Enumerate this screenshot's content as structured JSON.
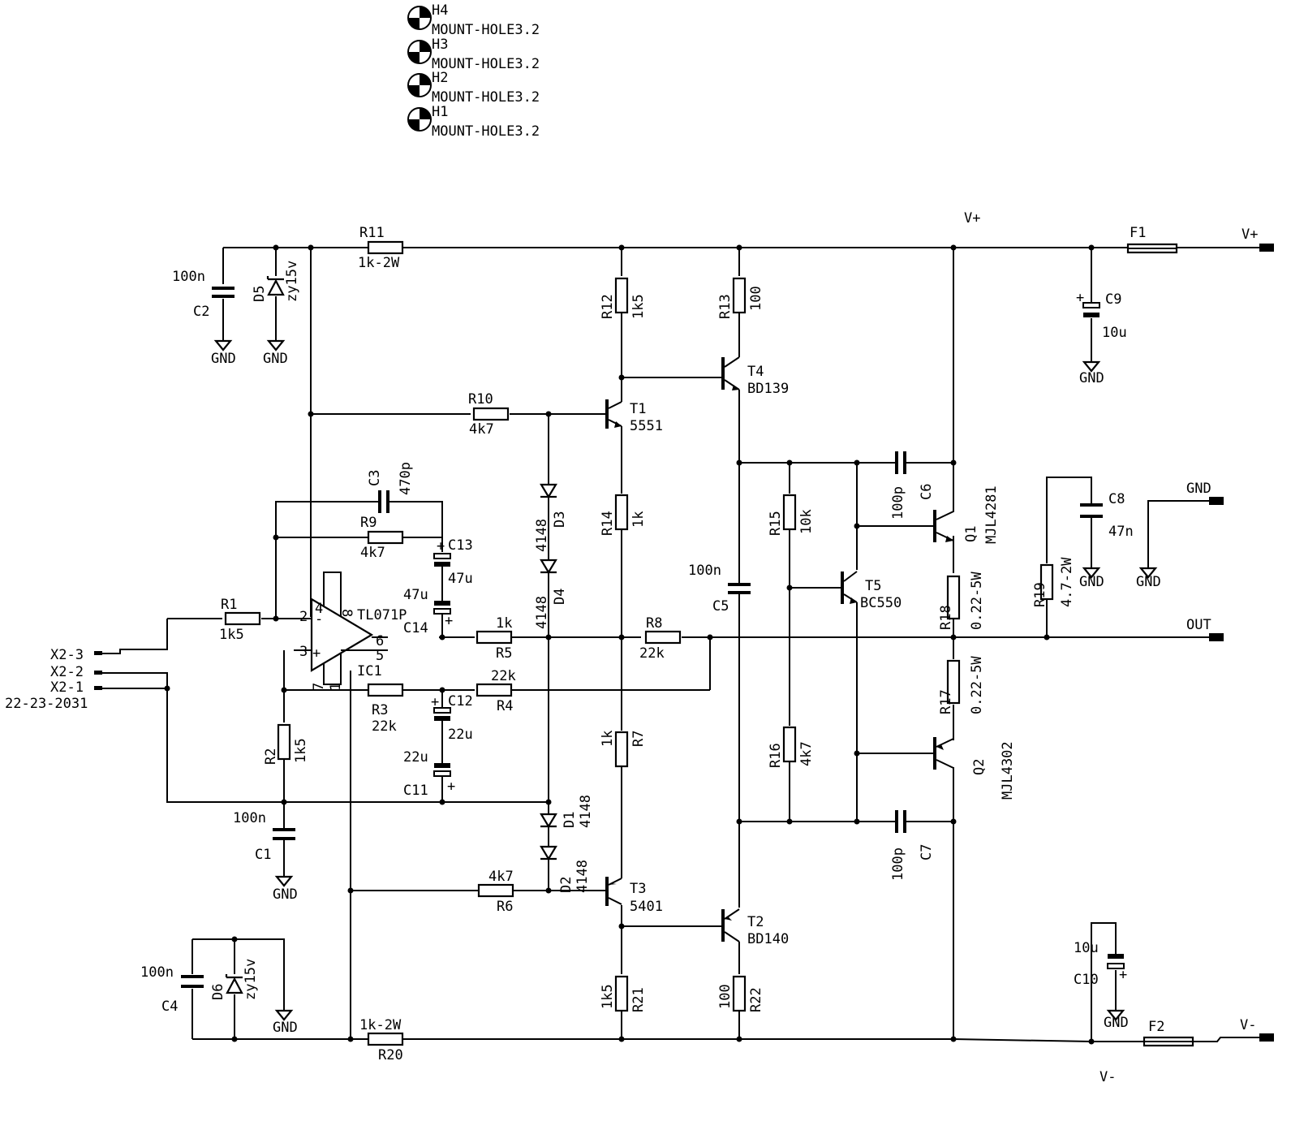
{
  "mount_holes": [
    {
      "ref": "H4",
      "value": "MOUNT-HOLE3.2"
    },
    {
      "ref": "H3",
      "value": "MOUNT-HOLE3.2"
    },
    {
      "ref": "H2",
      "value": "MOUNT-HOLE3.2"
    },
    {
      "ref": "H1",
      "value": "MOUNT-HOLE3.2"
    }
  ],
  "nets": {
    "vplus": "V+",
    "vminus": "V-",
    "out": "OUT",
    "gnd": "GND"
  },
  "connector": {
    "pin3": "X2-3",
    "pin2": "X2-2",
    "pin1": "X2-1",
    "part": "22-23-2031"
  },
  "ic": {
    "ref": "IC1",
    "value": "TL071P",
    "pin2": "2",
    "pin3": "3",
    "pin4": "4",
    "pin6": "6",
    "pin8": "8",
    "pin5": "5",
    "pin1": "1",
    "pin7": "7",
    "minus": "-",
    "plus": "+"
  },
  "resistors": {
    "R1": {
      "ref": "R1",
      "value": "1k5"
    },
    "R2": {
      "ref": "R2",
      "value": "1k5"
    },
    "R3": {
      "ref": "R3",
      "value": "22k"
    },
    "R4": {
      "ref": "R4",
      "value": "22k"
    },
    "R5": {
      "ref": "R5",
      "value": "1k"
    },
    "R6": {
      "ref": "R6",
      "value": "4k7"
    },
    "R7": {
      "ref": "R7",
      "value": "1k"
    },
    "R8": {
      "ref": "R8",
      "value": "22k"
    },
    "R9": {
      "ref": "R9",
      "value": "4k7"
    },
    "R10": {
      "ref": "R10",
      "value": "4k7"
    },
    "R11": {
      "ref": "R11",
      "value": "1k-2W"
    },
    "R12": {
      "ref": "R12",
      "value": "1k5"
    },
    "R13": {
      "ref": "R13",
      "value": "100"
    },
    "R14": {
      "ref": "R14",
      "value": "1k"
    },
    "R15": {
      "ref": "R15",
      "value": "10k"
    },
    "R16": {
      "ref": "R16",
      "value": "4k7"
    },
    "R17": {
      "ref": "R17",
      "value": "0.22-5W"
    },
    "R18": {
      "ref": "R18",
      "value": "0.22-5W"
    },
    "R19": {
      "ref": "R19",
      "value": "4.7-2W"
    },
    "R20": {
      "ref": "R20",
      "value": "1k-2W"
    },
    "R21": {
      "ref": "R21",
      "value": "1k5"
    },
    "R22": {
      "ref": "R22",
      "value": "100"
    }
  },
  "capacitors": {
    "C1": {
      "ref": "C1",
      "value": "100n"
    },
    "C2": {
      "ref": "C2",
      "value": "100n"
    },
    "C3": {
      "ref": "C3",
      "value": "470p"
    },
    "C4": {
      "ref": "C4",
      "value": "100n"
    },
    "C5": {
      "ref": "C5",
      "value": "100n"
    },
    "C6": {
      "ref": "C6",
      "value": "100p"
    },
    "C7": {
      "ref": "C7",
      "value": "100p"
    },
    "C8": {
      "ref": "C8",
      "value": "47n"
    },
    "C9": {
      "ref": "C9",
      "value": "10u"
    },
    "C10": {
      "ref": "C10",
      "value": "10u"
    },
    "C11": {
      "ref": "C11",
      "value": "22u"
    },
    "C12": {
      "ref": "C12",
      "value": "22u"
    },
    "C13": {
      "ref": "C13",
      "value": "47u"
    },
    "C14": {
      "ref": "C14",
      "value": "47u"
    }
  },
  "diodes": {
    "D1": {
      "ref": "D1",
      "value": "4148"
    },
    "D2": {
      "ref": "D2",
      "value": "4148"
    },
    "D3": {
      "ref": "D3",
      "value": "4148"
    },
    "D4": {
      "ref": "D4",
      "value": "4148"
    },
    "D5": {
      "ref": "D5",
      "value": "zy15v"
    },
    "D6": {
      "ref": "D6",
      "value": "zy15v"
    }
  },
  "transistors": {
    "T1": {
      "ref": "T1",
      "value": "5551"
    },
    "T2": {
      "ref": "T2",
      "value": "BD140"
    },
    "T3": {
      "ref": "T3",
      "value": "5401"
    },
    "T4": {
      "ref": "T4",
      "value": "BD139"
    },
    "T5": {
      "ref": "T5",
      "value": "BC550"
    },
    "Q1": {
      "ref": "Q1",
      "value": "MJL4281"
    },
    "Q2": {
      "ref": "Q2",
      "value": "MJL4302"
    }
  },
  "fuses": {
    "F1": {
      "ref": "F1"
    },
    "F2": {
      "ref": "F2"
    }
  },
  "polarity": {
    "plus": "+"
  }
}
